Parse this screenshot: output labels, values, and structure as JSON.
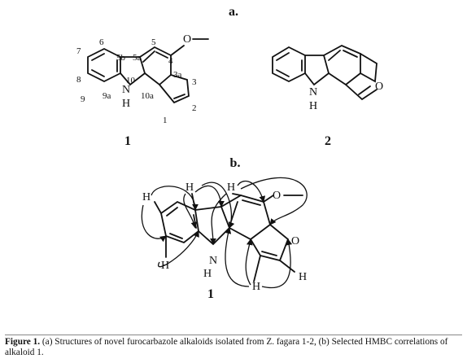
{
  "figure": {
    "panel_a_label": "a.",
    "panel_b_label": "b.",
    "compound1": {
      "id": "1",
      "methoxy": "O",
      "nh_n": "N",
      "nh_h": "H",
      "furan_o": "3",
      "positions": {
        "p1": "1",
        "p2": "2",
        "p3a": "3a",
        "p4": "4",
        "p5": "5",
        "p5a": "5a",
        "p5b": "5b",
        "p6": "6",
        "p7": "7",
        "p8": "8",
        "p9": "9",
        "p9a": "9a",
        "p10": "10",
        "p10a": "10a"
      }
    },
    "compound2": {
      "id": "2",
      "o": "O",
      "nh_n": "N",
      "nh_h": "H"
    },
    "hmbc": {
      "compound_id": "1",
      "o_label": "O",
      "n_label": "N",
      "h_label": "H"
    }
  },
  "caption": {
    "label": "Figure 1.",
    "text": " (a) Structures of novel furocarbazole alkaloids isolated from Z. fagara 1-2, (b) Selected HMBC correlations of alkaloid 1."
  }
}
